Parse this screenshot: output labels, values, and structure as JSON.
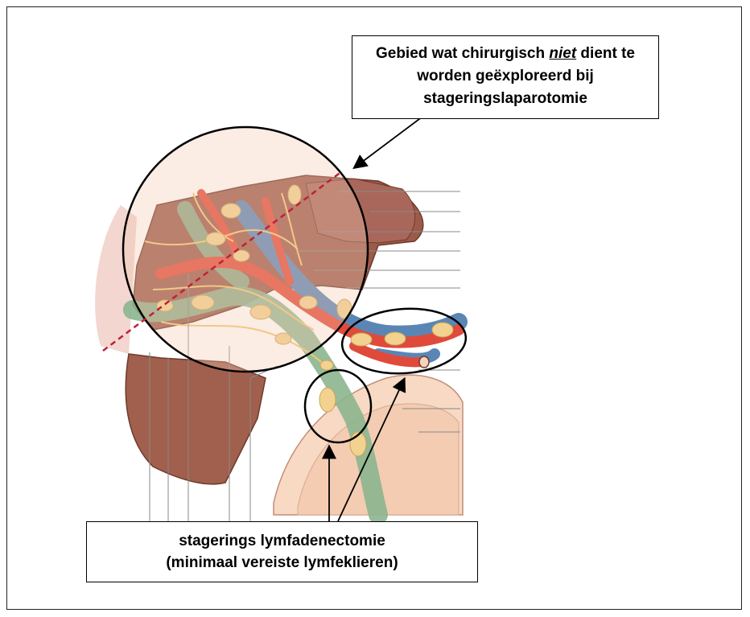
{
  "callout_top": {
    "text_before": "Gebied wat chirurgisch ",
    "text_emphasis": "niet",
    "text_after": " dient te worden geëxploreerd bij stageringslaparotomie"
  },
  "callout_bottom": {
    "line1": "stagerings lymfadenectomie",
    "line2": "(minimaal vereiste lymfeklieren)"
  },
  "colors": {
    "organ": "#9c5b4a",
    "skin": "#f5d3bd",
    "artery": "#e04a3a",
    "vein": "#5a86b5",
    "ureter": "#8bb58e",
    "node": "#f0d08a",
    "dashed_line": "#c0203a"
  }
}
